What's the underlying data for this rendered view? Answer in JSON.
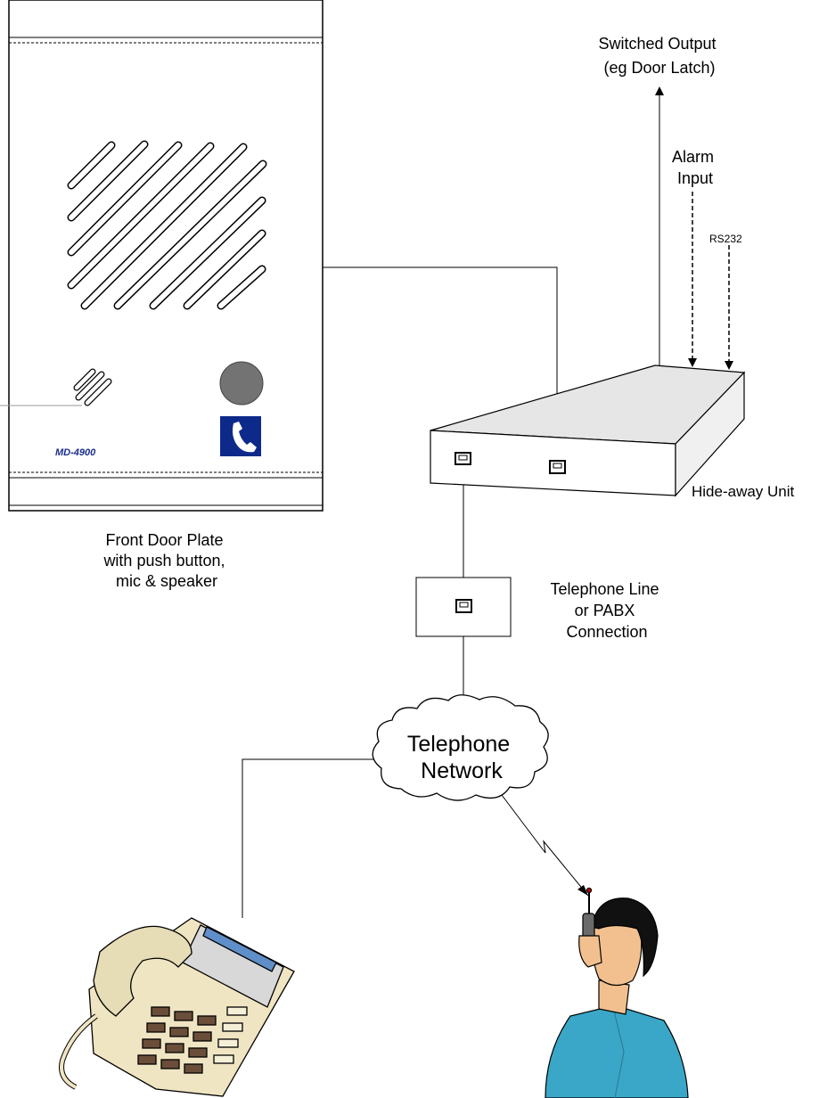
{
  "door_plate": {
    "model": "MD-4900",
    "caption": [
      "Front Door Plate",
      "with push button,",
      "mic & speaker"
    ]
  },
  "hideaway_unit": {
    "label": "Hide-away Unit"
  },
  "switched_output": {
    "lines": [
      "Switched Output",
      "(eg Door Latch)"
    ]
  },
  "alarm_input": {
    "lines": [
      "Alarm",
      "Input"
    ]
  },
  "rs232": {
    "label": "RS232"
  },
  "telephone_line": {
    "lines": [
      "Telephone Line",
      "or PABX",
      "Connection"
    ]
  },
  "network": {
    "lines": [
      "Telephone",
      "Network"
    ]
  },
  "colors": {
    "button": "#737373",
    "phone_badge": "#0d2a8a",
    "model_text": "#1a2e8c",
    "unit_fill": "#e6e6e6",
    "shirt": "#3aa7c8",
    "deskphone": "#efe5c2"
  }
}
